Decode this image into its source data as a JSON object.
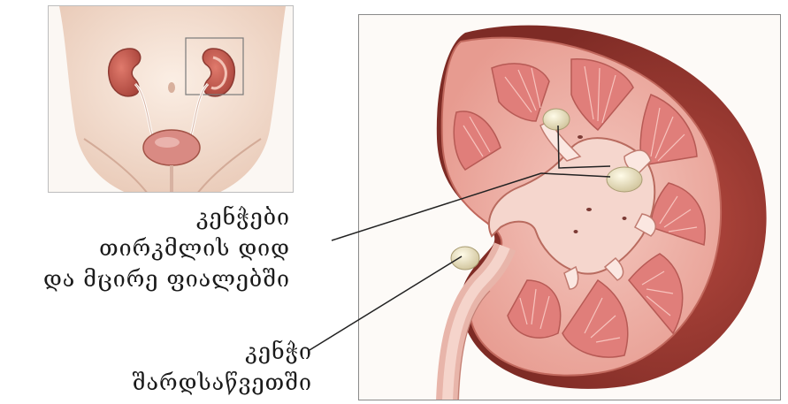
{
  "labels": {
    "calyces_stones": [
      "კენჭები",
      "თირკმლის დიდ",
      "და მცირე ფიალებში"
    ],
    "ureter_stone": [
      "კენჭი",
      "შარდსაწვეთში"
    ]
  },
  "colors": {
    "skin": "#f2dccd",
    "kidney_cortex": "#c4564f",
    "kidney_pyramid": "#e58a86",
    "kidney_inner": "#f3c7bf",
    "stone": "#ece6c8",
    "bladder": "#d98a83",
    "outline": "#a25347"
  }
}
